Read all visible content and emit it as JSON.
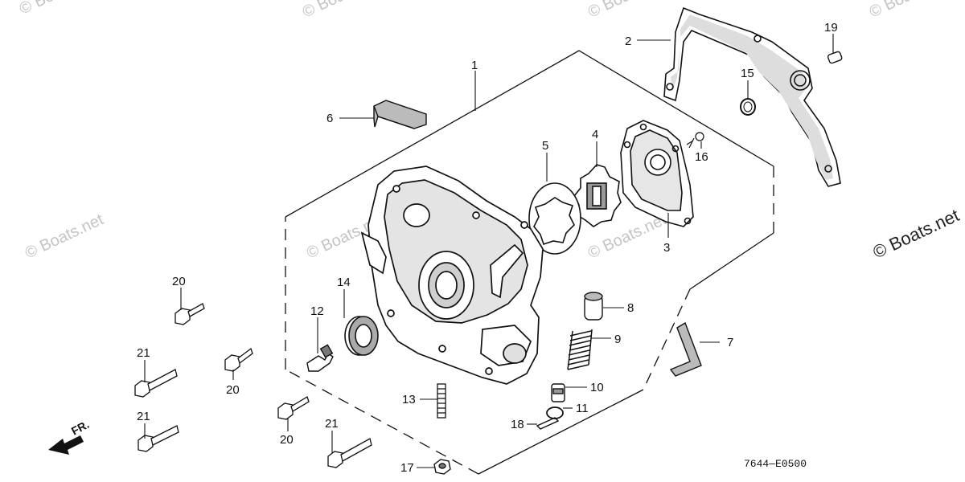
{
  "watermark": "© Boats.net",
  "diagram_code": "7644—E0500",
  "front_label": "FR.",
  "callouts": {
    "c1": "1",
    "c2": "2",
    "c3": "3",
    "c4": "4",
    "c5": "5",
    "c6": "6",
    "c7": "7",
    "c8": "8",
    "c9": "9",
    "c10": "10",
    "c11": "11",
    "c12": "12",
    "c13": "13",
    "c14": "14",
    "c15": "15",
    "c16": "16",
    "c17": "17",
    "c18": "18",
    "c19": "19",
    "c20a": "20",
    "c20b": "20",
    "c20c": "20",
    "c21a": "21",
    "c21b": "21",
    "c21c": "21"
  }
}
